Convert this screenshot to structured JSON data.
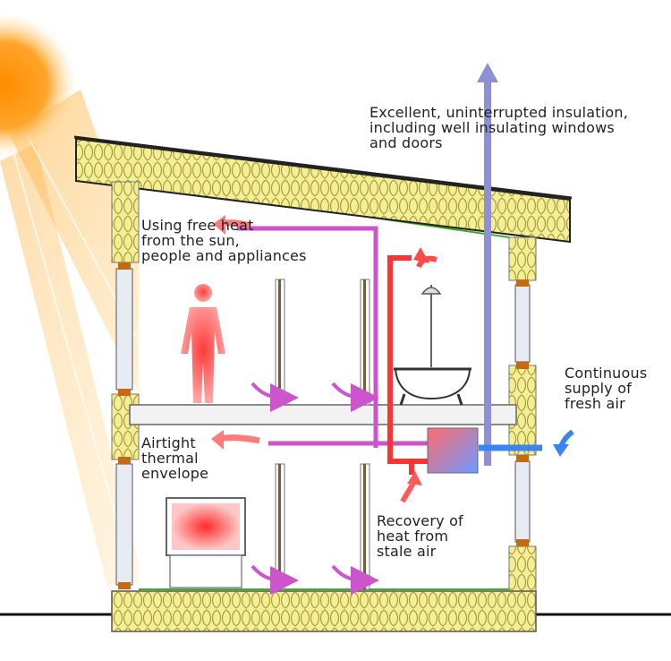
{
  "labels": {
    "insulation": "Excellent, uninterrupted insulation,\nincluding well insulating windows\nand doors",
    "free_heat": "Using free heat\nfrom the sun,\npeople and appliances",
    "airtight": "Airtight\nthermal\nenvelope",
    "recovery": "Recovery of\nheat from\nstale air",
    "fresh_air": "Continuous\nsupply of\nfresh air"
  },
  "colors": {
    "insulation_fill": "#f4ef92",
    "insulation_stroke": "#b9ac55",
    "stale_air_duct": "#cc55cc",
    "supply_duct": "#ff3333",
    "exhaust_duct": "#8f8fd6",
    "fresh_air_duct": "#3a86f0",
    "sun": "#ff9a1a",
    "heat_glow": "#ff5a5a"
  },
  "icons": [
    "sun-icon",
    "person-icon",
    "bathtub-icon",
    "shower-icon",
    "tv-icon",
    "heat-recovery-unit-icon"
  ]
}
